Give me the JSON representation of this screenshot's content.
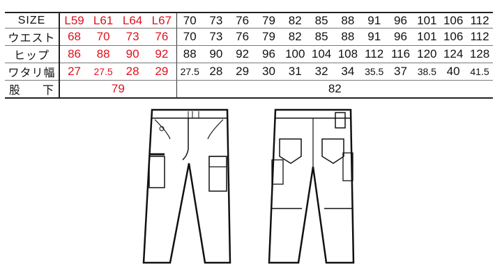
{
  "rows": [
    {
      "label": "SIZE",
      "red": [
        "L59",
        "L61",
        "L64",
        "L67"
      ],
      "black": [
        "70",
        "73",
        "76",
        "79",
        "82",
        "85",
        "88",
        "91",
        "96",
        "101",
        "106",
        "112"
      ]
    },
    {
      "label": "ウエスト",
      "red": [
        "68",
        "70",
        "73",
        "76"
      ],
      "black": [
        "70",
        "73",
        "76",
        "79",
        "82",
        "85",
        "88",
        "91",
        "96",
        "101",
        "106",
        "112"
      ]
    },
    {
      "label": "ヒップ",
      "red": [
        "86",
        "88",
        "90",
        "92"
      ],
      "black": [
        "88",
        "90",
        "92",
        "96",
        "100",
        "104",
        "108",
        "112",
        "116",
        "120",
        "124",
        "128"
      ]
    },
    {
      "label": "ワタリ幅",
      "red": [
        "27",
        "27.5",
        "28",
        "29"
      ],
      "black": [
        "27.5",
        "28",
        "29",
        "30",
        "31",
        "32",
        "34",
        "35.5",
        "37",
        "38.5",
        "40",
        "41.5"
      ]
    },
    {
      "label": "股　下",
      "red_span": "79",
      "black_span": "82"
    }
  ],
  "colors": {
    "red": "#e0101c",
    "black": "#111111"
  },
  "illustrations": [
    "pants-front",
    "pants-back"
  ]
}
